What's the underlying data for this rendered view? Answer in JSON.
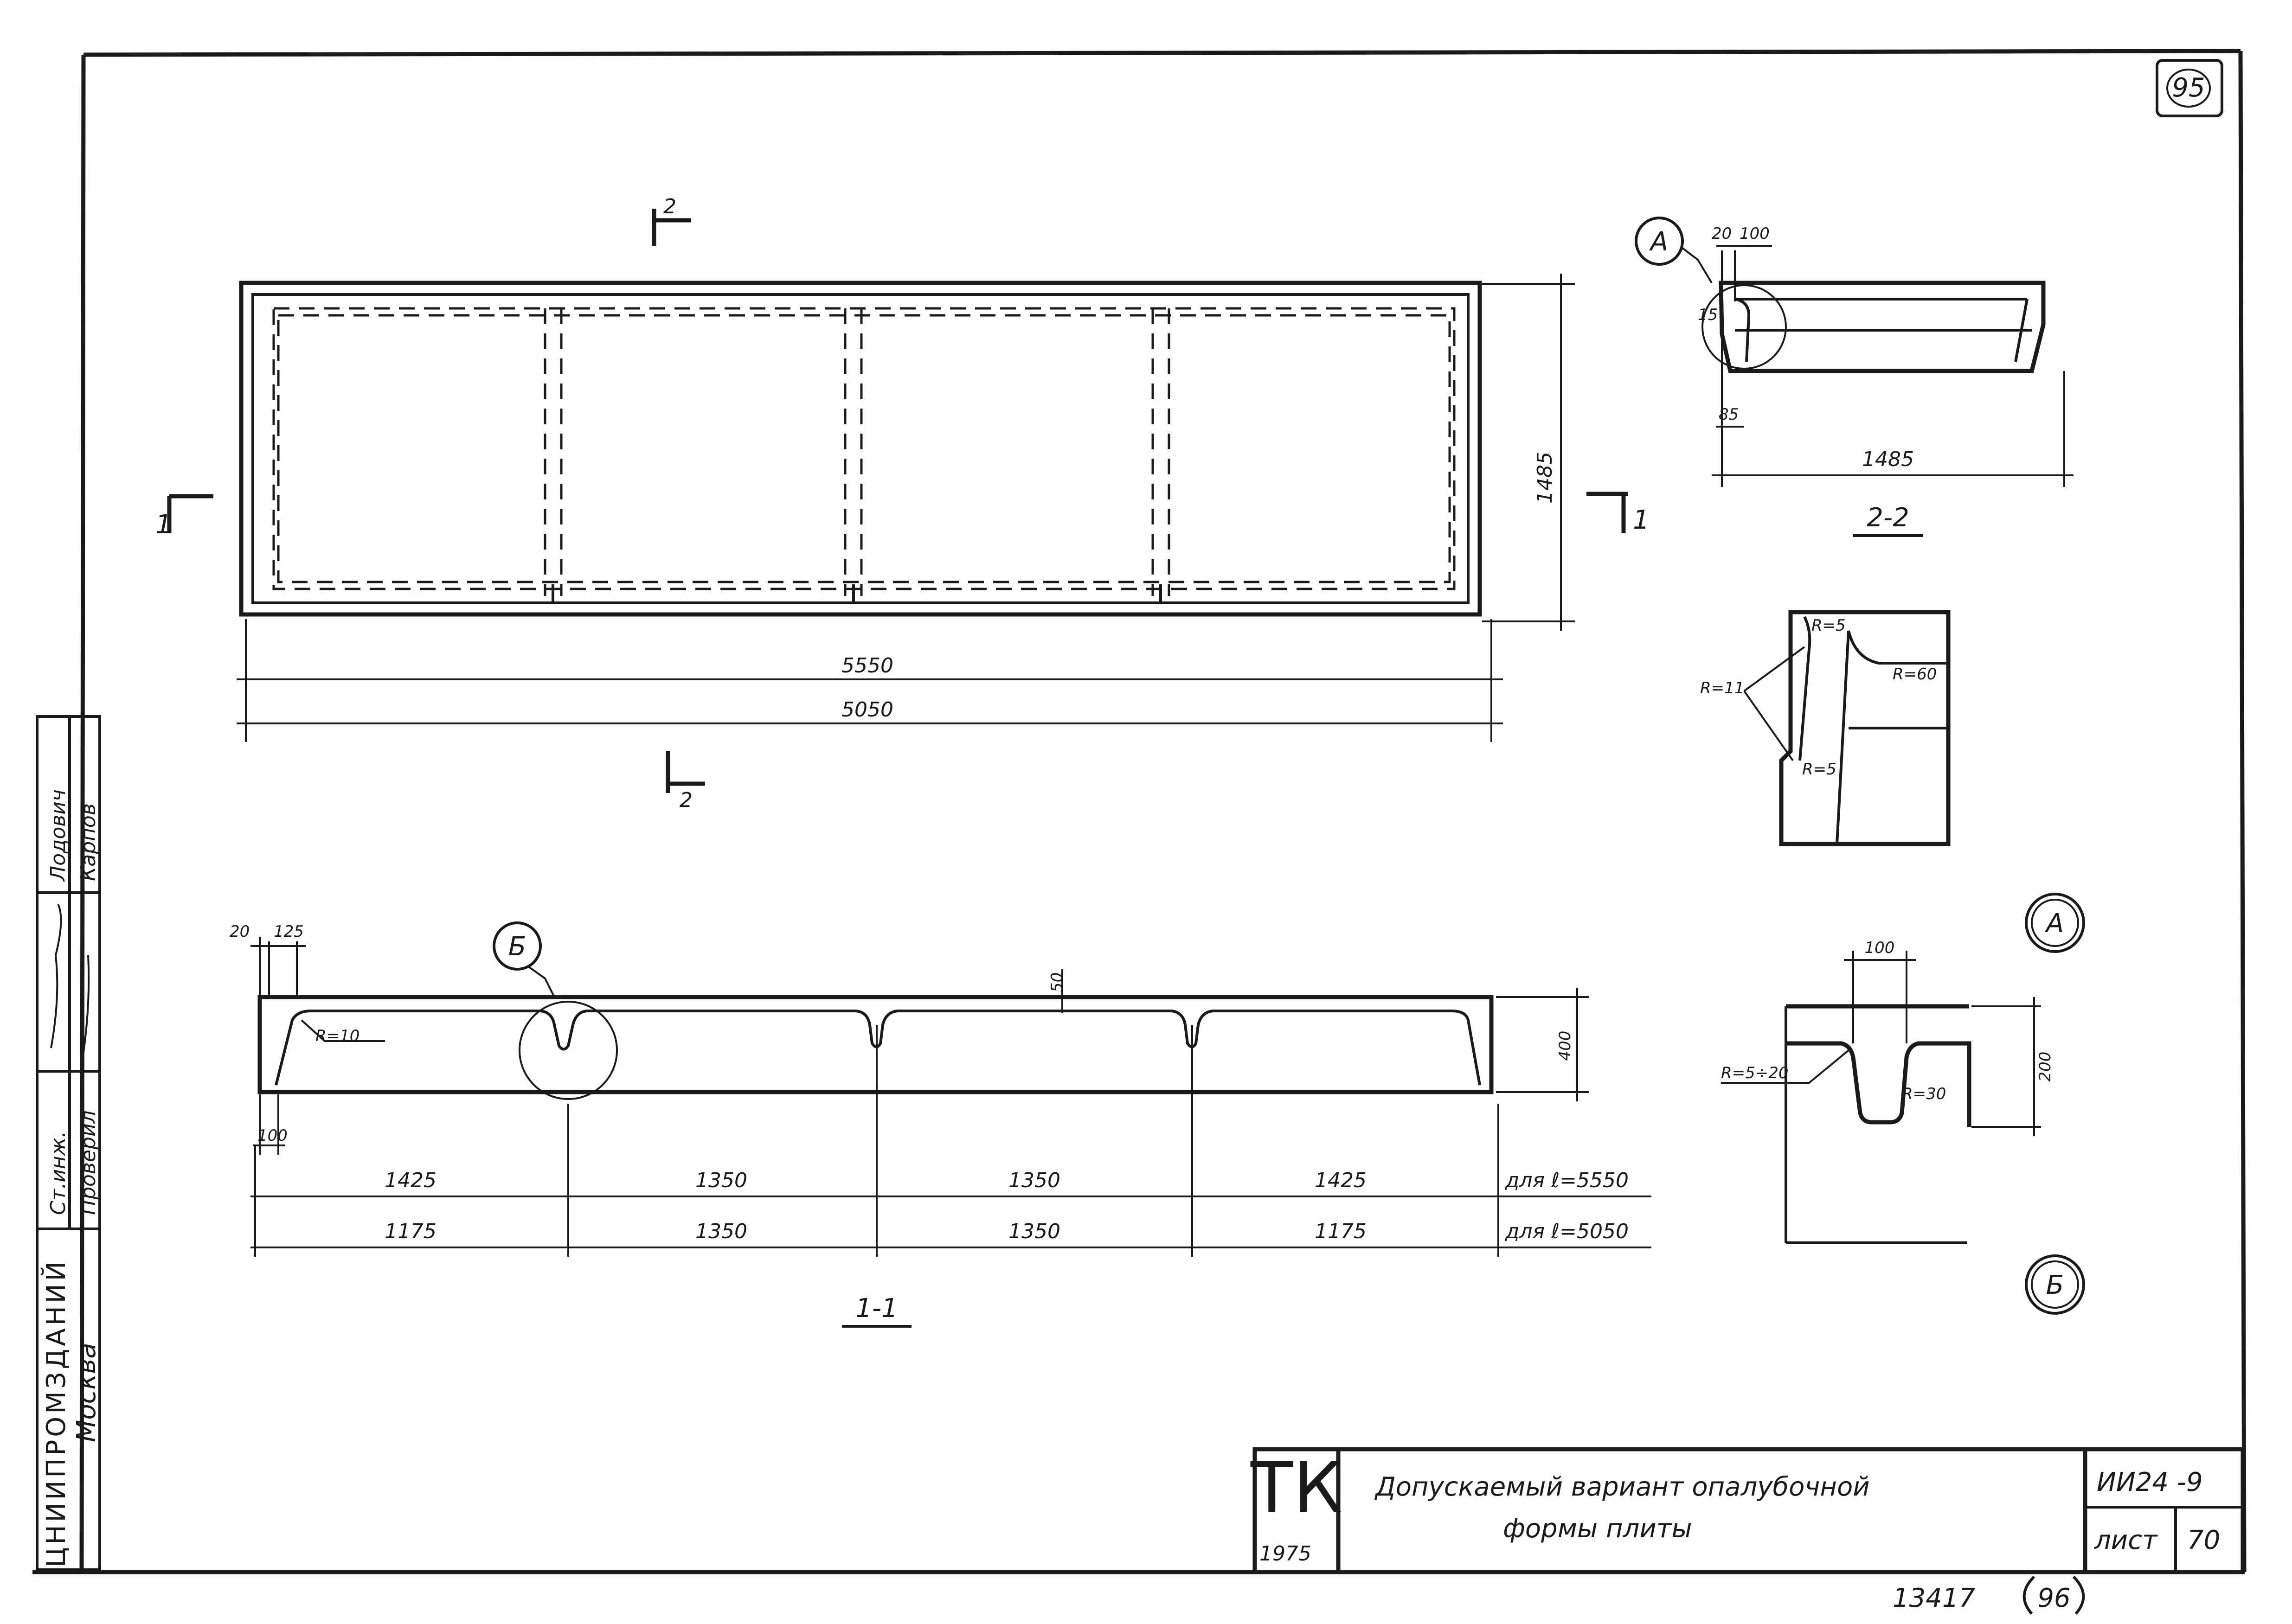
{
  "sheet": {
    "corner_number": "95",
    "bottom_code": "13417",
    "bottom_page": "96"
  },
  "side_stamp": {
    "org": "ЦНИИПРОМЗДАНИЙ",
    "city": "Москва",
    "rows": [
      {
        "role": "Ст.инж.",
        "name": "Лодович"
      },
      {
        "role": "Проверил",
        "name": "Карпов"
      }
    ]
  },
  "title_block": {
    "series": "ТК",
    "year": "1975",
    "title_line1": "Допускаемый   вариант   опалубочной",
    "title_line2": "формы   плиты",
    "doc_code": "ИИ24 -9",
    "sheet_label": "лист",
    "sheet_number": "70"
  },
  "plan": {
    "dim_length_1": "5550",
    "dim_length_2": "5050",
    "dim_width": "1485",
    "cut_1": "1",
    "cut_2": "2"
  },
  "section_11": {
    "label": "1-1",
    "callout": "Б",
    "dim_20": "20",
    "dim_125": "125",
    "dim_100": "100",
    "radius": "R=10",
    "height": "400",
    "slope": "50",
    "row1": [
      "1425",
      "1350",
      "1350",
      "1425"
    ],
    "row1_note": "для ℓ=5550",
    "row2": [
      "1175",
      "1350",
      "1350",
      "1175"
    ],
    "row2_note": "для ℓ=5050"
  },
  "section_22": {
    "label": "2-2",
    "callout": "А",
    "dim_20": "20",
    "dim_100": "100",
    "dim_15": "15",
    "dim_85": "85",
    "width": "1485"
  },
  "detail_a": {
    "label": "А",
    "r5_top": "R=5",
    "r60": "R=60",
    "r11": "R=11",
    "r5_bottom": "R=5"
  },
  "detail_b": {
    "label": "Б",
    "dim_100": "100",
    "dim_200": "200",
    "r5_20": "R=5÷20",
    "r30": "R=30"
  }
}
